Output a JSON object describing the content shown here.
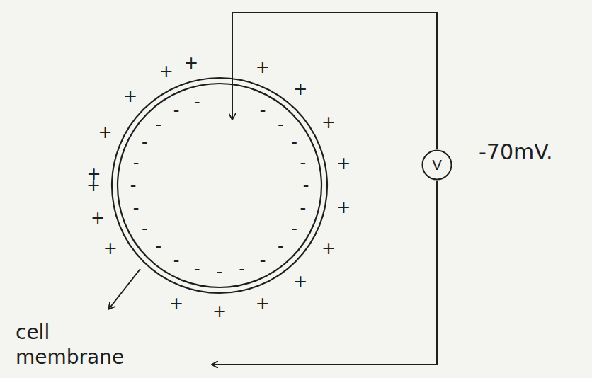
{
  "diagram": {
    "nodes": [
      {
        "text": [
          "V"
        ]
      }
    ],
    "labels": [
      "cell membrane",
      "-70mV.",
      "+",
      "+",
      "+",
      "+",
      "+",
      "+",
      "+",
      "+",
      "+",
      "+",
      "+",
      "+",
      "+",
      "+",
      "+",
      "+",
      "+",
      "+",
      "-",
      "-",
      "-",
      "-",
      "-",
      "-",
      "-",
      "-",
      "-",
      "-",
      "-",
      "-",
      "-",
      "-",
      "-",
      "-",
      "-",
      "-",
      "-",
      "-",
      "-",
      "-"
    ]
  }
}
